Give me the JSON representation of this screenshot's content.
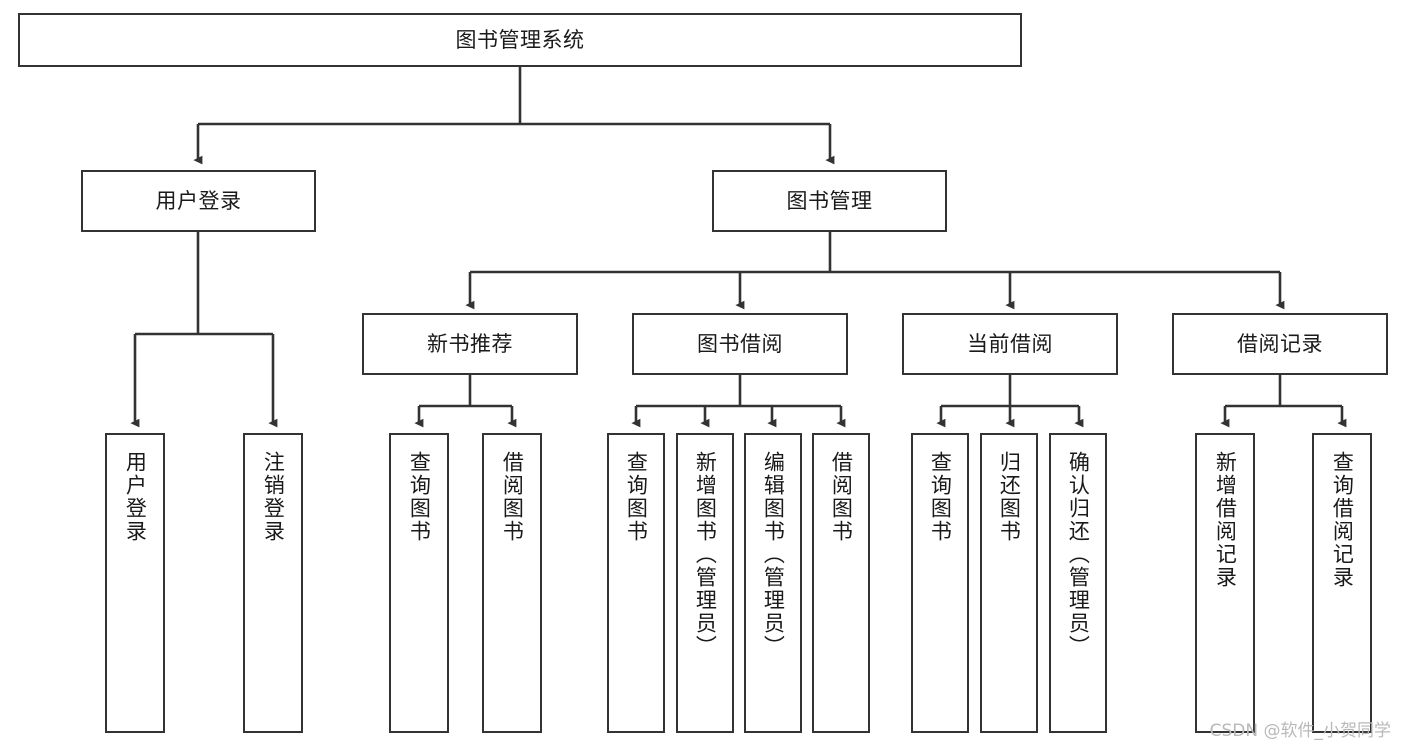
{
  "diagram": {
    "title": "图书管理系统",
    "type": "tree-hierarchy-chart",
    "watermark": "CSDN @软件_小贺同学",
    "colors": {
      "stroke": "#333333",
      "fill": "#ffffff",
      "text": "#1a1a1a",
      "watermark": "#b9b9b9"
    },
    "nodes": {
      "root": {
        "label": "图书管理系统",
        "orientation": "horizontal"
      },
      "level2": [
        {
          "id": "user-login",
          "label": "用户登录",
          "orientation": "horizontal"
        },
        {
          "id": "book-manage",
          "label": "图书管理",
          "orientation": "horizontal"
        }
      ],
      "level3": [
        {
          "id": "new-book-recommend",
          "label": "新书推荐",
          "orientation": "horizontal"
        },
        {
          "id": "book-borrow",
          "label": "图书借阅",
          "orientation": "horizontal"
        },
        {
          "id": "current-borrow",
          "label": "当前借阅",
          "orientation": "horizontal"
        },
        {
          "id": "borrow-record",
          "label": "借阅记录",
          "orientation": "horizontal"
        }
      ],
      "leaves": [
        {
          "id": "leaf-user-login",
          "label": "用户登录",
          "parent": "user-login",
          "orientation": "vertical"
        },
        {
          "id": "leaf-logout-login",
          "label": "注销登录",
          "parent": "user-login",
          "orientation": "vertical"
        },
        {
          "id": "leaf-query-book-1",
          "label": "查询图书",
          "parent": "new-book-recommend",
          "orientation": "vertical"
        },
        {
          "id": "leaf-borrow-book-1",
          "label": "借阅图书",
          "parent": "new-book-recommend",
          "orientation": "vertical"
        },
        {
          "id": "leaf-query-book-2",
          "label": "查询图书",
          "parent": "book-borrow",
          "orientation": "vertical"
        },
        {
          "id": "leaf-add-book",
          "label": "新增图书（管理员）",
          "parent": "book-borrow",
          "orientation": "vertical"
        },
        {
          "id": "leaf-edit-book",
          "label": "编辑图书（管理员）",
          "parent": "book-borrow",
          "orientation": "vertical"
        },
        {
          "id": "leaf-borrow-book-2",
          "label": "借阅图书",
          "parent": "book-borrow",
          "orientation": "vertical"
        },
        {
          "id": "leaf-query-book-3",
          "label": "查询图书",
          "parent": "current-borrow",
          "orientation": "vertical"
        },
        {
          "id": "leaf-return-book",
          "label": "归还图书",
          "parent": "current-borrow",
          "orientation": "vertical"
        },
        {
          "id": "leaf-confirm-return",
          "label": "确认归还（管理员）",
          "parent": "current-borrow",
          "orientation": "vertical"
        },
        {
          "id": "leaf-add-record",
          "label": "新增借阅记录",
          "parent": "borrow-record",
          "orientation": "vertical"
        },
        {
          "id": "leaf-query-record",
          "label": "查询借阅记录",
          "parent": "borrow-record",
          "orientation": "vertical"
        }
      ]
    }
  }
}
